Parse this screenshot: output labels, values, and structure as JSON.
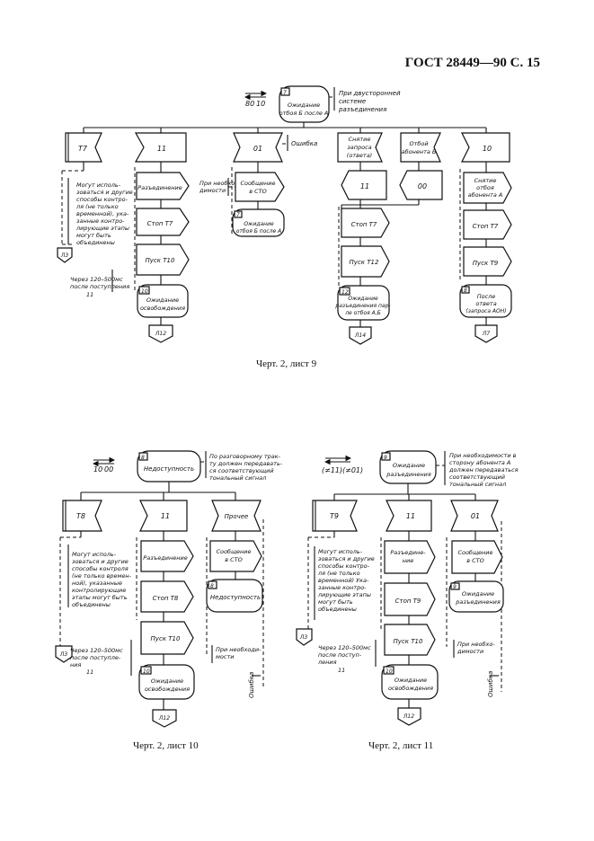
{
  "header": "ГОСТ 28449—90 С. 15",
  "captions": {
    "sheet9": "Черт. 2, лист 9",
    "sheet10": "Черт. 2, лист 10",
    "sheet11": "Черт. 2, лист 11"
  },
  "d9": {
    "state_num": "7",
    "state_l1": "Ожидание",
    "state_l2": "отбоя Б после А",
    "inputs_l": "80",
    "inputs_r": "10",
    "note_l1": "При двусторонней",
    "note_l2": "системе",
    "note_l3": "разъединения",
    "in_t7": "T7",
    "in_11": "11",
    "in_01": "01",
    "err": "Ошибка",
    "sig_l1": "Снятие",
    "sig_l2": "запроса",
    "sig_l3": "(ответа)",
    "otboy_l1": "Отбой",
    "otboy_l2": "абонента Б",
    "in_10": "10",
    "coll_l1": "Могут исполь-",
    "coll_l2": "зоваться и другие",
    "coll_l3": "способы контро-",
    "coll_l4": "ля (не только",
    "coll_l5": "временной), ука-",
    "coll_l6": "занные контро-",
    "coll_l7": "лирующие этапы",
    "coll_l8": "могут быть",
    "coll_l9": "объединены",
    "razd": "Разъединение",
    "stop_t7": "Стоп Т7",
    "pusk_t10": "Пуск Т10",
    "wait_num": "10",
    "wait_l1": "Ожидание",
    "wait_l2": "освобождения",
    "l12": "Л12",
    "l3": "Л3",
    "via_l1": "Через 120–500мс",
    "via_l2": "после поступления",
    "via_l3": "11",
    "nb_l1": "При необхо-",
    "nb_l2": "димости",
    "msg_l1": "Сообщение",
    "msg_l2": "в СТО",
    "s7_num": "7",
    "s7_l1": "Ожидание",
    "s7_l2": "отбоя Б после А",
    "in_11b": "11",
    "in_00": "00",
    "stop_t7b": "Стоп Т7",
    "pusk_t12": "Пуск Т12",
    "s12_num": "12",
    "s12_l1": "Ожидание",
    "s12_l2": "разъединения пар-",
    "s12_l3": "ле отбоя А,Б",
    "l14": "Л14",
    "snyat_l1": "Снятие",
    "snyat_l2": "отбоя",
    "snyat_l3": "абонента А",
    "stop_t7c": "Стоп Т7",
    "pusk_t9": "Пуск Т9",
    "s8_num": "8",
    "s8_l1": "После",
    "s8_l2": "ответа",
    "s8_l3": "(запроса АОН)",
    "l7": "Л7"
  },
  "d10": {
    "state_num": "8",
    "state": "Недоступность",
    "inputs_l": "10",
    "inputs_r": "00",
    "note_l1": "По разговорному трак-",
    "note_l2": "ту должен передавать-",
    "note_l3": "ся соответствующий",
    "note_l4": "тональный сигнал",
    "in_t8": "T8",
    "in_11": "11",
    "prochee": "Прочее",
    "coll_l1": "Могут исполь-",
    "coll_l2": "зоваться и другие",
    "coll_l3": "способы контроля",
    "coll_l4": "(не только времен-",
    "coll_l5": "ной), указанные",
    "coll_l6": "контролирующие",
    "coll_l7": "этапы могут быть",
    "coll_l8": "объединены",
    "razd": "Разъединение",
    "stop_t8": "Стоп Т8",
    "pusk_t10": "Пуск Т10",
    "wait_num": "10",
    "wait_l1": "Ожидание",
    "wait_l2": "освобождения",
    "l12": "Л12",
    "l3": "Л3",
    "via_l1": "Через 120–500мс",
    "via_l2": "после поступле-",
    "via_l3": "ния",
    "via_l4": "11",
    "msg_l1": "Сообщение",
    "msg_l2": "в СТО",
    "s8_num": "8",
    "s8": "Недоступность",
    "nb_l1": "При необходи-",
    "nb_l2": "мости",
    "err": "Ошибка"
  },
  "d11": {
    "state_num": "9",
    "state_l1": "Ожидание",
    "state_l2": "разъединения",
    "inputs_l": "(≠11)",
    "inputs_r": "(≠01)",
    "note_l1": "При необходимости в",
    "note_l2": "сторону абонента А",
    "note_l3": "должен передаваться",
    "note_l4": "соответствующий",
    "note_l5": "тональный сигнал",
    "in_t9": "T9",
    "in_11": "11",
    "in_01": "01",
    "coll_l1": "Могут исполь-",
    "coll_l2": "зоваться и другие",
    "coll_l3": "способы контро-",
    "coll_l4": "ля (не только",
    "coll_l5": "временной) Ука-",
    "coll_l6": "занные контро-",
    "coll_l7": "лирующие этапы",
    "coll_l8": "могут быть",
    "coll_l9": "объединены",
    "razd_l1": "Разъедине-",
    "razd_l2": "ние",
    "stop_t9": "Стоп Т9",
    "pusk_t10": "Пуск Т10",
    "wait_num": "10",
    "wait_l1": "Ожидание",
    "wait_l2": "освобождения",
    "l12": "Л12",
    "l3": "Л3",
    "via_l1": "Через 120–500мс",
    "via_l2": "после поступ-",
    "via_l3": "ления",
    "via_l4": "11",
    "msg_l1": "Сообщение",
    "msg_l2": "в СТО",
    "s9_num": "9",
    "s9_l1": "Ожидание",
    "s9_l2": "разъединения",
    "nb_l1": "При необхо-",
    "nb_l2": "димости",
    "err": "Ошибка"
  }
}
